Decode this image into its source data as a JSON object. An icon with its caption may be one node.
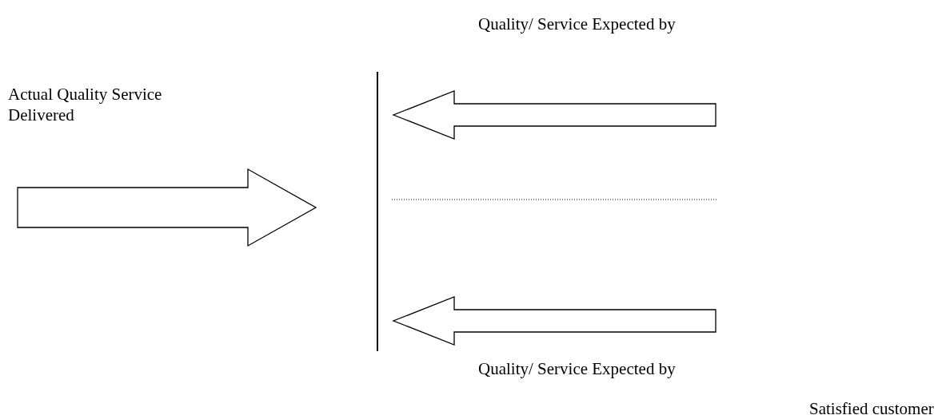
{
  "diagram": {
    "nodes": [
      {
        "text": [
          "Quality/ Service Expected by"
        ]
      },
      {
        "text": [
          "Actual Quality Service Delivered"
        ]
      },
      {
        "text": [],
        "shape": "bar"
      },
      {
        "text": [
          "Quality/ Service Expected by"
        ]
      },
      {
        "text": [
          "Satisfied customer"
        ]
      }
    ],
    "edges": [
      {
        "from": null,
        "to": 2,
        "arrow": "to",
        "style": "thick"
      },
      {
        "from": 1,
        "to": 2,
        "arrow": "to",
        "style": "thick"
      },
      {
        "from": null,
        "to": 2,
        "arrow": "to",
        "style": "thick"
      }
    ]
  }
}
